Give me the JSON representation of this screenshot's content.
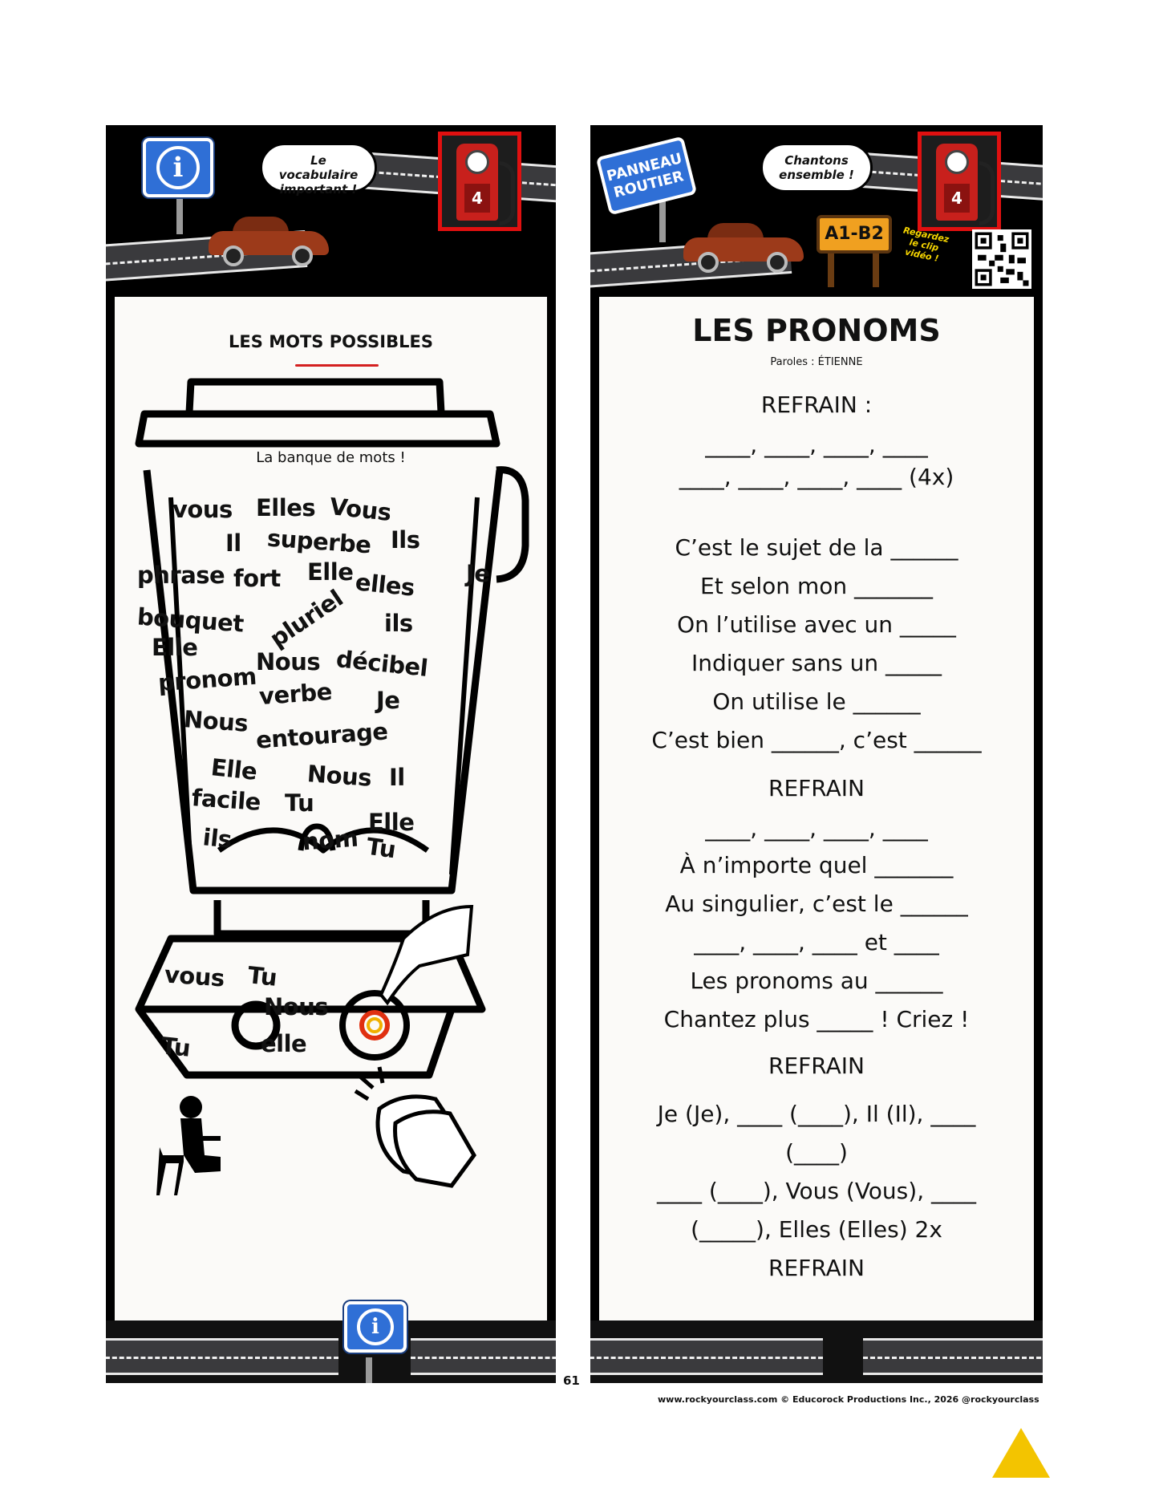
{
  "left": {
    "bubble": "Le vocabulaire important !",
    "pump_number": "4",
    "info_symbol": "i",
    "section_title": "LES MOTS POSSIBLES",
    "jar_label": "La banque de mots !",
    "words": [
      "vous",
      "Elles",
      "Vous",
      "Il",
      "superbe",
      "Ils",
      "phrase",
      "fort",
      "Elle",
      "elles",
      "Je",
      "pluriel",
      "bouquet",
      "ils",
      "Elle",
      "pronom",
      "Nous",
      "décibel",
      "verbe",
      "Je",
      "Nous",
      "entourage",
      "Elle",
      "Nous",
      "Il",
      "facile",
      "Tu",
      "Elle",
      "ils",
      "nom",
      "Tu"
    ],
    "base_words": [
      "vous",
      "Tu",
      "Nous",
      "Tu",
      "elle"
    ]
  },
  "right": {
    "sign": "PANNEAU ROUTIER",
    "bubble": "Chantons ensemble !",
    "pump_number": "4",
    "level": "A1-B2",
    "video_note": "Regardez le clip vidéo !",
    "title": "LES PRONOMS",
    "credit": "Paroles : ÉTIENNE",
    "lyrics": [
      "REFRAIN :",
      "____, ____, ____, ____",
      "____, ____, ____, ____ (4x)",
      "",
      "C’est le sujet de la ______",
      "Et selon mon _______",
      "On l’utilise avec un _____",
      "Indiquer sans un _____",
      "On utilise le ______",
      "C’est bien ______, c’est ______",
      "REFRAIN",
      "____, ____, ____, ____",
      "À n’importe quel _______",
      "Au singulier, c’est le ______",
      "____, ____, ____ et ____",
      "Les pronoms au ______",
      "Chantez plus _____ ! Criez !",
      "REFRAIN",
      "Je (Je), ____ (____), Il (Il), ____",
      "(____)",
      "____ (____), Vous (Vous), ____",
      "(_____), Elles (Elles) 2x",
      "REFRAIN"
    ]
  },
  "footer": {
    "page_number": "61",
    "credits": "www.rockyourclass.com  © Educorock Productions Inc., 2026   @rockyourclass"
  },
  "colors": {
    "panel": "#000000",
    "sign_blue": "#2f6fd6",
    "pump_red": "#e01010",
    "underline_red": "#d42020"
  }
}
